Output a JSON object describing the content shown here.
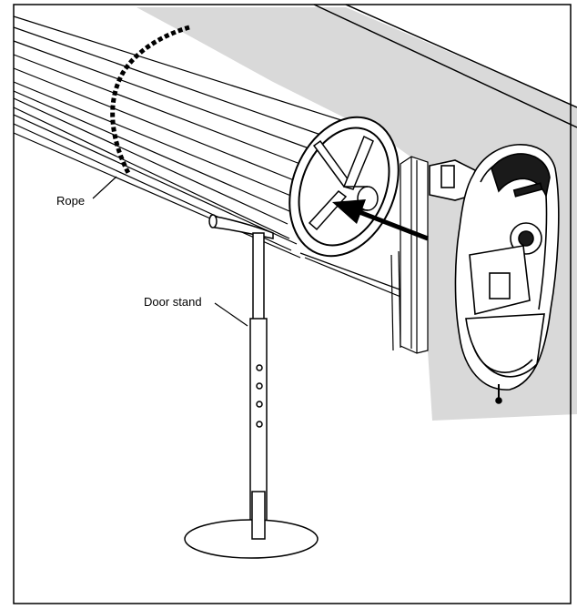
{
  "labels": {
    "rope": "Rope",
    "door_stand": "Door stand"
  },
  "colors": {
    "line": "#000000",
    "wall_shade": "#d9d9d9",
    "background": "#ffffff"
  },
  "icons": {
    "rope": "dashed-curve",
    "door_stand": "pedestal-stand",
    "door_roll": "cylinder",
    "motor_unit": "opener-motor",
    "direction_arrow": "arrow"
  }
}
